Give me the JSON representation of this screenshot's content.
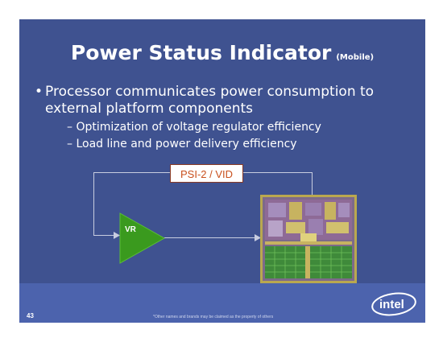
{
  "slide": {
    "title": "Power Status Indicator",
    "title_suffix": "(Mobile)",
    "bullet": "Processor communicates power consumption to external platform components",
    "subbullets": [
      "Optimization of voltage regulator efficiency",
      "Load line and power delivery efficiency"
    ],
    "diagram": {
      "signal_label": "PSI-2 / VID",
      "regulator_label": "VR"
    },
    "page_number": "43",
    "disclaimer": "*Other names and brands may be claimed as the property of others",
    "logo_text": "intel"
  },
  "colors": {
    "slide_background": "#3f5290",
    "footer_band": "#4c63ad",
    "regulator_fill": "#3a9a1e",
    "signal_text": "#c9501d"
  }
}
